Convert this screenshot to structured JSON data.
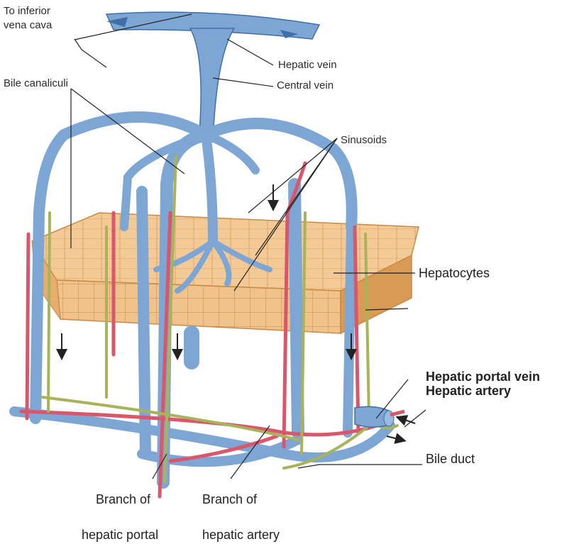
{
  "labels": {
    "inferior_vena_cava": "To inferior\nvena cava",
    "hepatic_vein": "Hepatic vein",
    "central_vein": "Central vein",
    "bile_canaliculi": "Bile canaliculi",
    "sinusoids": "Sinusoids",
    "hepatocytes": "Hepatocytes",
    "hepatic_portal_vein": "Hepatic portal vein",
    "hepatic_artery": "Hepatic artery",
    "bile_duct": "Bile duct",
    "branch_portal_line1": "Branch of",
    "branch_portal_line2": "hepatic portal",
    "branch_artery_line1": "Branch of",
    "branch_artery_line2": "hepatic artery"
  },
  "colors": {
    "vein": "#7ea6d4",
    "vein_dark": "#3f6fa8",
    "artery": "#d9566b",
    "bile": "#a9b35a",
    "tissue": "#e9b77b",
    "tissue_dark": "#c98a45"
  }
}
